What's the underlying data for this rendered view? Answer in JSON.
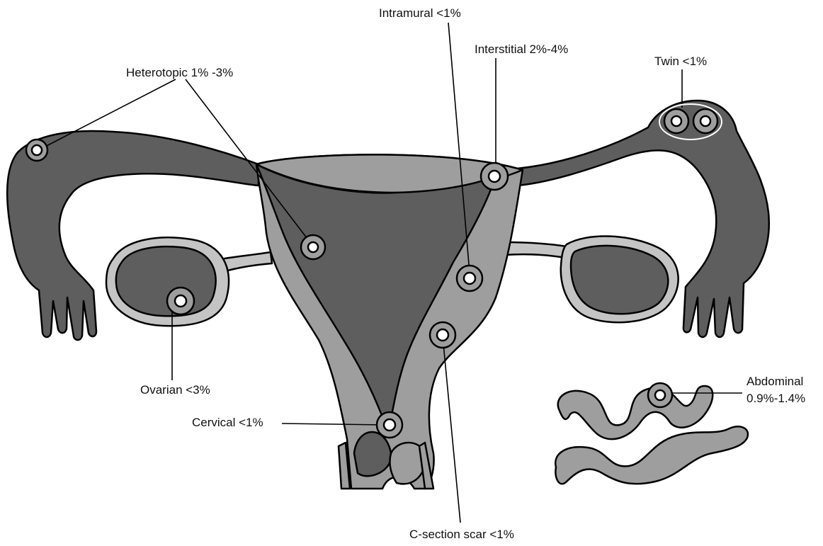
{
  "colors": {
    "dark_tissue": "#5e5e5e",
    "light_tissue": "#9e9e9e",
    "pale_tissue": "#c4c4c4",
    "outline": "#000000",
    "site_center": "#ffffff",
    "background": "#ffffff"
  },
  "labels": {
    "intramural": "Intramural <1%",
    "interstitial": "Interstitial 2%-4%",
    "twin": "Twin <1%",
    "heterotopic": "Heterotopic 1% -3%",
    "ovarian": "Ovarian <3%",
    "cervical": "Cervical <1%",
    "abdominal_line1": "Abdominal",
    "abdominal_line2": "0.9%-1.4%",
    "csection": "C-section scar <1%"
  }
}
